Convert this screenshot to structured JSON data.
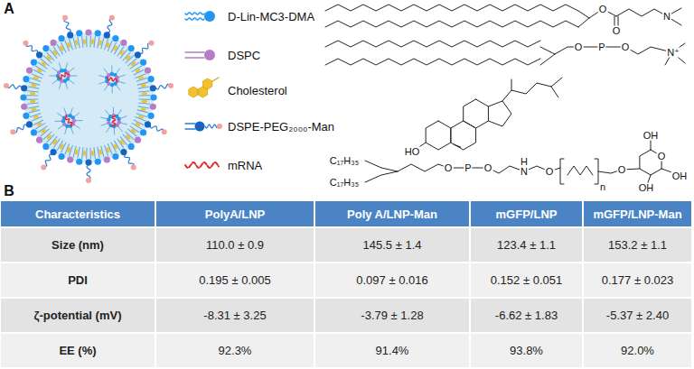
{
  "diagram": {
    "labels": [
      "A",
      "B",
      "O",
      "O",
      "N",
      "O",
      "P",
      "O",
      "N⁺",
      "HO",
      "C₁₇H₃₅",
      "C₁₇H₃₅",
      "O",
      "P",
      "O",
      "H",
      "N",
      "O",
      "n",
      "O",
      "O",
      "OH",
      "OH",
      "OH",
      "Characteristics",
      "PolyA/LNP",
      "Poly A/LNP-Man",
      "mGFP/LNP",
      "mGFP/LNP-Man",
      "Size (nm)",
      "110.0 ± 0.9",
      "145.5 ± 1.4",
      "123.4 ± 1.1",
      "153.2 ± 1.1",
      "PDI",
      "0.195 ± 0.005",
      "0.097 ± 0.016",
      "0.152 ± 0.051",
      "0.177 ± 0.023",
      "ζ-potential (mV)",
      "-8.31 ± 3.25",
      "-3.79 ± 1.28",
      "-6.62 ± 1.83",
      "-5.37 ± 2.40",
      "EE (%)",
      "92.3%",
      "91.4%",
      "93.8%",
      "92.0%"
    ],
    "legend": [
      {
        "text": "D-Lin-MC3-DMA"
      },
      {
        "text": "DSPC"
      },
      {
        "text": "Cholesterol"
      },
      {
        "text": "DSPE-PEG₂₀₀₀-Man"
      },
      {
        "text": "mRNA"
      }
    ]
  }
}
